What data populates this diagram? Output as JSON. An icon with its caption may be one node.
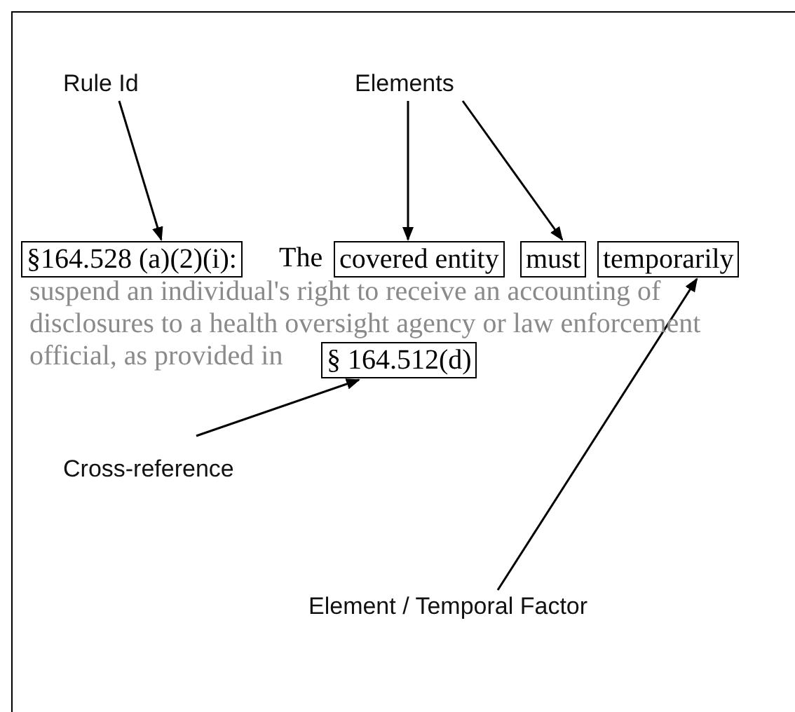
{
  "diagram": {
    "nodes": [
      {
        "text": [
          "Rule Id"
        ]
      },
      {
        "text": [
          "Elements"
        ]
      },
      {
        "text": [
          "Cross-reference"
        ]
      },
      {
        "text": [
          "Element / Temporal Factor"
        ]
      },
      {
        "text": [
          "§164.528 (a)(2)(i):"
        ]
      },
      {
        "text": [
          "covered entity"
        ]
      },
      {
        "text": [
          "must"
        ]
      },
      {
        "text": [
          "temporarily"
        ]
      },
      {
        "text": [
          "§ 164.512(d)"
        ]
      }
    ],
    "edges": [
      {
        "from": 0,
        "to": 4,
        "arrow": "to"
      },
      {
        "from": 1,
        "to": 5,
        "arrow": "to"
      },
      {
        "from": 1,
        "to": 6,
        "arrow": "to"
      },
      {
        "from": 2,
        "to": 8,
        "arrow": "to"
      },
      {
        "from": 3,
        "to": 7,
        "arrow": "to"
      }
    ],
    "labels": [
      "The",
      "suspend an individual's right to receive an accounting of disclosures to a health oversight agency or law enforcement official, as provided in"
    ]
  }
}
